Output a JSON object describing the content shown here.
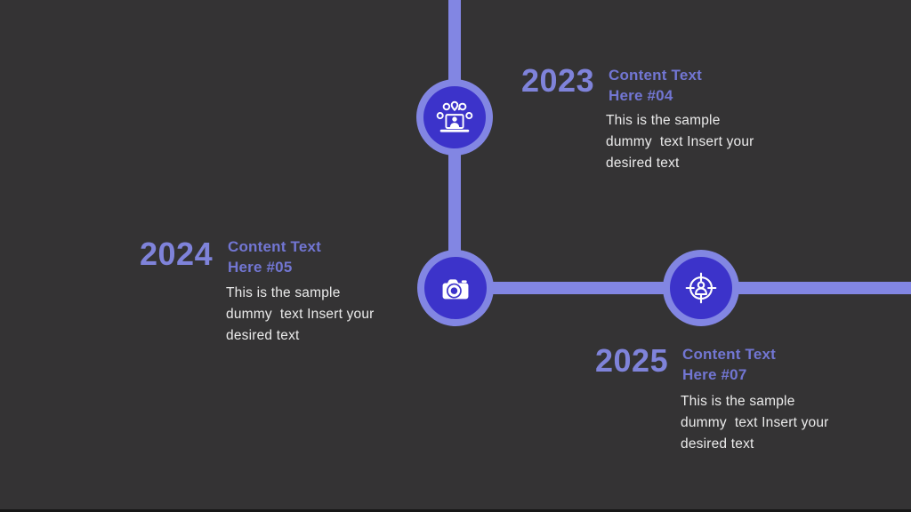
{
  "slide": {
    "colors": {
      "background": "#343334",
      "bottom_bar": "#161616",
      "connector": "#8286e3",
      "node_ring": "#8286e3",
      "node_fill": "#3c33ca",
      "year_text": "#7f83da",
      "heading_text": "#7276d3",
      "body_text": "#ebebeb",
      "icon": "#ffffff"
    }
  },
  "milestones": [
    {
      "year": "2023",
      "heading_line1": "Content Text",
      "heading_line2": "Here #04",
      "body_line1": "This is the sample",
      "body_line2": "dummy  text Insert your",
      "body_line3": "desired text",
      "icon": "webinar-icon"
    },
    {
      "year": "2024",
      "heading_line1": "Content Text",
      "heading_line2": "Here #05",
      "body_line1": "This is the sample",
      "body_line2": "dummy  text Insert your",
      "body_line3": "desired text",
      "icon": "camera-icon"
    },
    {
      "year": "2025",
      "heading_line1": "Content Text",
      "heading_line2": "Here #07",
      "body_line1": "This is the sample",
      "body_line2": "dummy  text Insert your",
      "body_line3": "desired text",
      "icon": "target-audience-icon"
    }
  ]
}
